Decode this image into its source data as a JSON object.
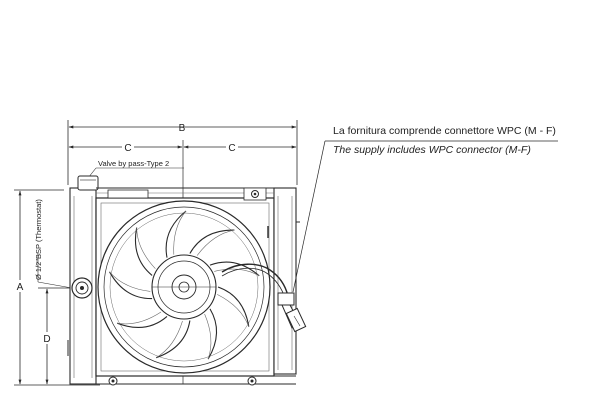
{
  "dimensions": {
    "B": "B",
    "C_left": "C",
    "C_right": "C",
    "A": "A",
    "D": "D"
  },
  "labels": {
    "valve": "Valve by pass-Type 2",
    "port": "Ø 1/2\"BSP (Thermostat)"
  },
  "note": {
    "italian": "La fornitura comprende connettore WPC (M - F)",
    "english": "The supply includes WPC connector (M-F)"
  },
  "colors": {
    "line": "#2a2a2a",
    "light": "#6a6a6a",
    "paper": "#ffffff"
  }
}
